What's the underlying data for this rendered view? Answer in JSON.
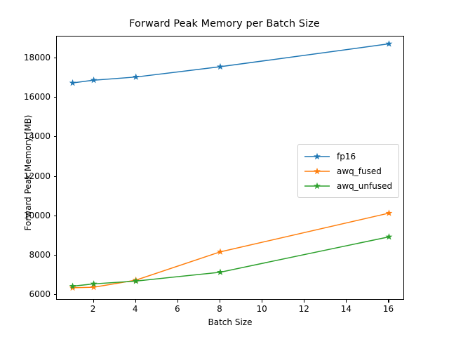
{
  "chart_data": {
    "type": "line",
    "title": "Forward Peak Memory per Batch Size",
    "xlabel": "Batch Size",
    "ylabel": "Forward Peak Memory (MB)",
    "x": [
      1,
      2,
      4,
      8,
      16
    ],
    "xlim": [
      0.25,
      16.75
    ],
    "ylim": [
      5728,
      19090
    ],
    "xticks": [
      2,
      4,
      6,
      8,
      10,
      12,
      14,
      16
    ],
    "xticklabels": [
      "2",
      "4",
      "6",
      "8",
      "10",
      "12",
      "14",
      "16"
    ],
    "yticks": [
      6000,
      8000,
      10000,
      12000,
      14000,
      16000,
      18000
    ],
    "yticklabels": [
      "6000",
      "8000",
      "10000",
      "12000",
      "14000",
      "16000",
      "18000"
    ],
    "grid": false,
    "legend_position": "center right",
    "marker": "star",
    "series": [
      {
        "name": "fp16",
        "color": "#1f77b4",
        "values": [
          16740,
          16880,
          17040,
          17560,
          18720
        ]
      },
      {
        "name": "awq_fused",
        "color": "#ff7f0e",
        "values": [
          6370,
          6400,
          6760,
          8190,
          10150
        ]
      },
      {
        "name": "awq_unfused",
        "color": "#2ca02c",
        "values": [
          6450,
          6570,
          6710,
          7160,
          8950
        ]
      }
    ]
  }
}
